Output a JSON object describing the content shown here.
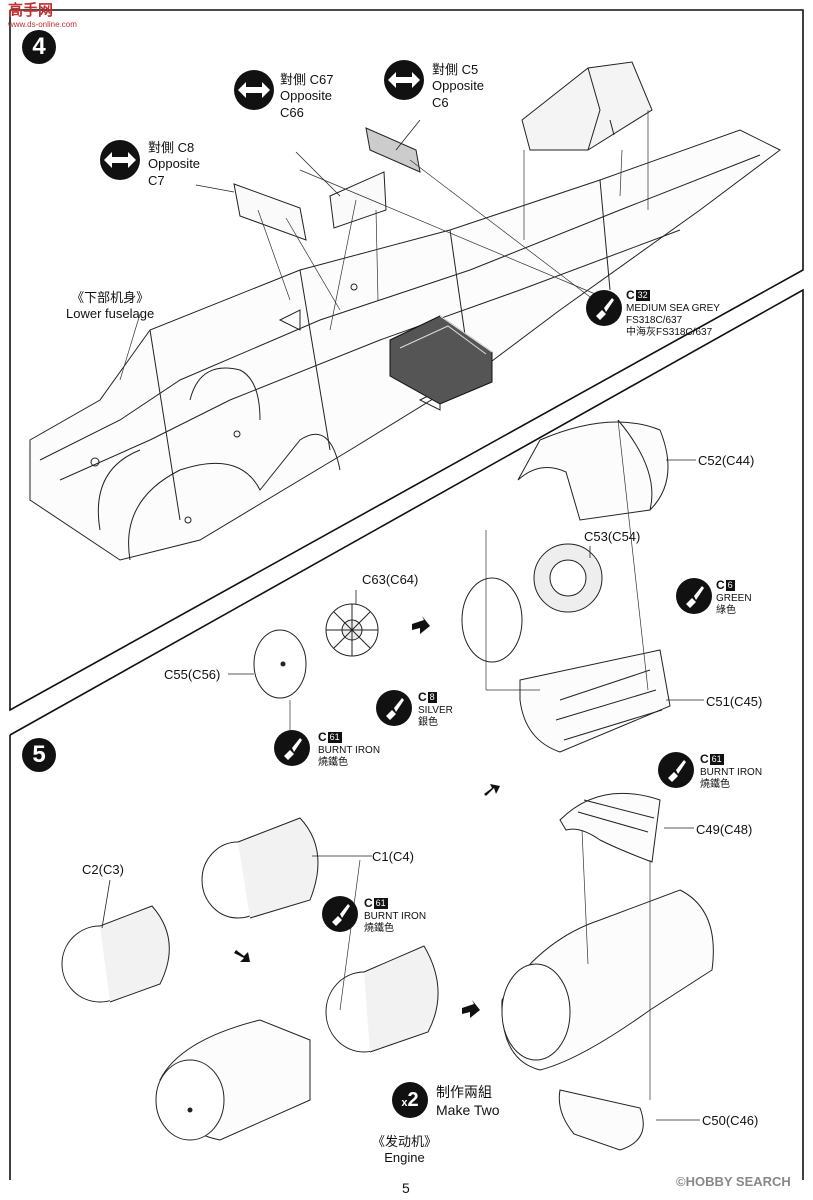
{
  "watermark_top": "高手网",
  "watermark_url": "www.ds-online.com",
  "step4": {
    "number": "4",
    "opp1": {
      "line1": "對側 C67",
      "line2": "Opposite",
      "line3": "C66"
    },
    "opp2": {
      "line1": "對側 C5",
      "line2": "Opposite",
      "line3": "C6"
    },
    "opp3": {
      "line1": "對側 C8",
      "line2": "Opposite",
      "line3": "C7"
    },
    "lower_cn": "《下部机身》",
    "lower_en": "Lower fuselage",
    "paint": {
      "code": "C",
      "box": "32",
      "line1": "MEDIUM SEA GREY",
      "line2": "FS318C/637",
      "line3": "中海灰FS318C/637"
    }
  },
  "engine_parts": {
    "c52": "C52(C44)",
    "c53": "C53(C54)",
    "c63": "C63(C64)",
    "c55": "C55(C56)",
    "c51": "C51(C45)",
    "green": {
      "code": "C",
      "box": "6",
      "line1": "GREEN",
      "line2": "綠色"
    },
    "silver": {
      "code": "C",
      "box": "8",
      "line1": "SILVER",
      "line2": "銀色"
    },
    "burnt1": {
      "code": "C",
      "box": "61",
      "line1": "BURNT IRON",
      "line2": "燒鐵色"
    }
  },
  "step5": {
    "number": "5",
    "c1": "C1(C4)",
    "c2": "C2(C3)",
    "c49": "C49(C48)",
    "c50": "C50(C46)",
    "burnt2": {
      "code": "C",
      "box": "61",
      "line1": "BURNT IRON",
      "line2": "燒鐵色"
    },
    "burnt3": {
      "code": "C",
      "box": "61",
      "line1": "BURNT IRON",
      "line2": "燒鐵色"
    },
    "make_cn": "制作兩組",
    "make_en": "Make Two",
    "x2": "2",
    "engine_cn": "《发动机》",
    "engine_en": "Engine"
  },
  "page_number": "5",
  "hobbysearch": "©HOBBY SEARCH"
}
